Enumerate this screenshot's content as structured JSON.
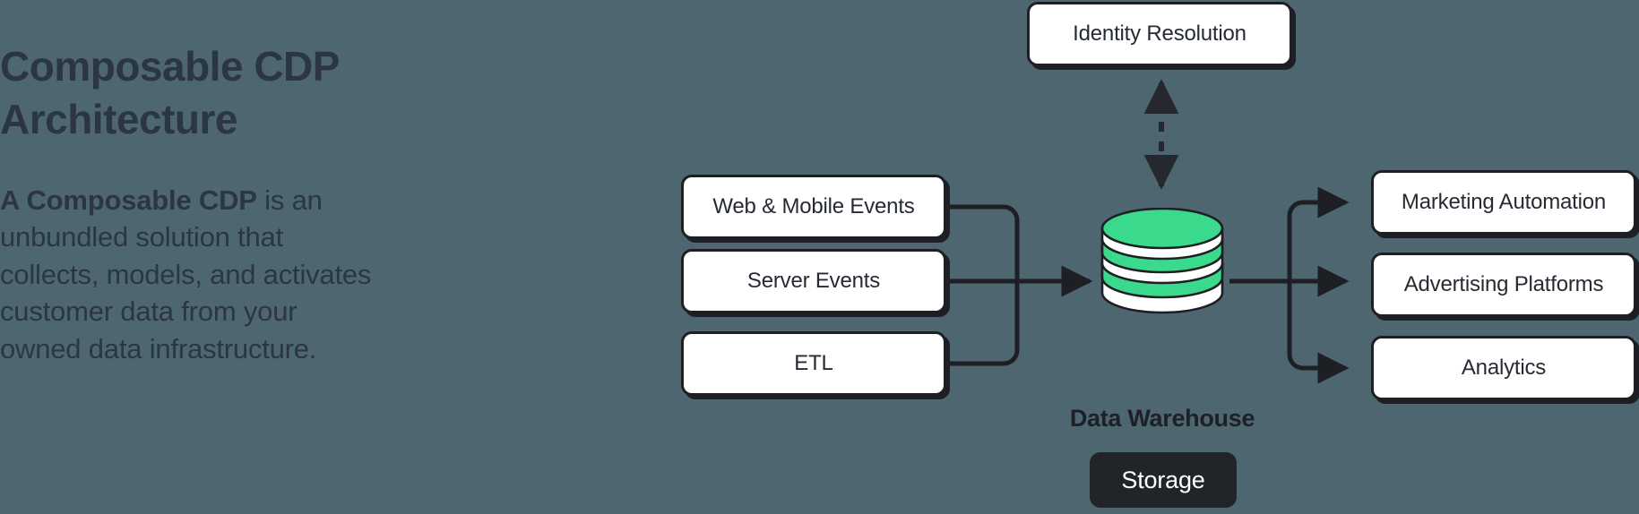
{
  "theme": {
    "background": "#4d6670",
    "ink": "#1d1f24",
    "text_dark": "#2c3640",
    "node_fill": "#ffffff",
    "accent_green": "#3ad98b",
    "badge_bg": "#212429",
    "badge_text": "#ffffff"
  },
  "copy": {
    "headline": "Composable CDP\nArchitecture",
    "paragraph_bold": "A Composable CDP",
    "paragraph_rest": " is an unbundled solution that collects, models, and activates customer data from your owned data infrastructure."
  },
  "diagram": {
    "identity": {
      "label": "Identity Resolution"
    },
    "sources": [
      {
        "label": "Web & Mobile Events"
      },
      {
        "label": "Server Events"
      },
      {
        "label": "ETL"
      }
    ],
    "destinations": [
      {
        "label": "Marketing Automation"
      },
      {
        "label": "Advertising Platforms"
      },
      {
        "label": "Analytics"
      }
    ],
    "warehouse": {
      "label": "Data Warehouse",
      "badge": "Storage"
    }
  }
}
